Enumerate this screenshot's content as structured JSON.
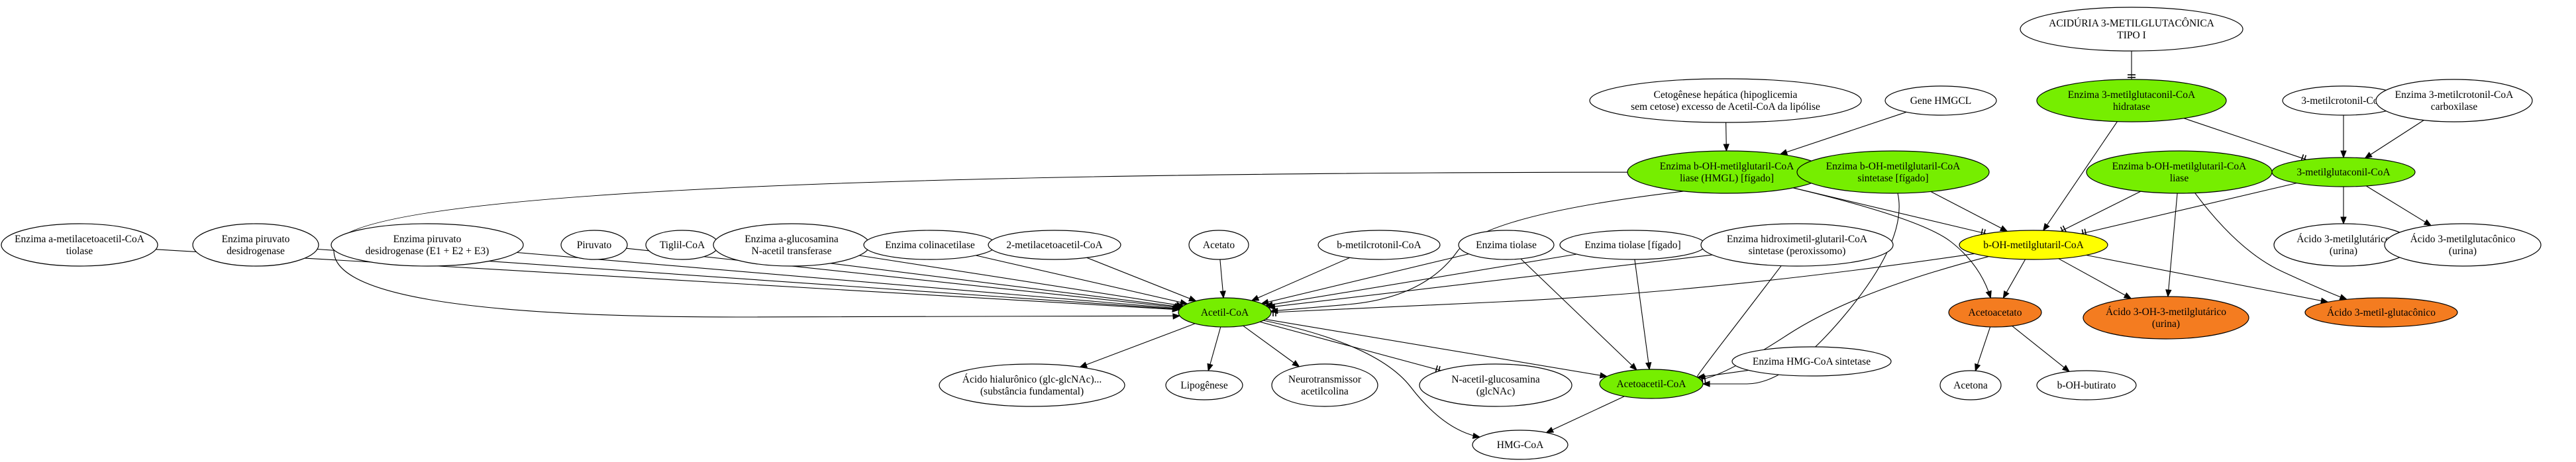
{
  "colors": {
    "default": "#ffffff",
    "green": "#76ee00",
    "yellow": "#ffff00",
    "orange": "#f47c20",
    "stroke": "#000000"
  },
  "nodes": {
    "acidu": {
      "lines": [
        "ACIDÚRIA 3-METILGLUTACÔNICA",
        "TIPO I"
      ],
      "color": "default"
    },
    "ceto": {
      "lines": [
        "Cetogênese hepática (hipoglicemia",
        "sem cetose) excesso de Acetil-CoA da lipólise"
      ],
      "color": "default"
    },
    "gene": {
      "lines": [
        "Gene HMGCL"
      ],
      "color": "default"
    },
    "hidrat": {
      "lines": [
        "Enzima 3-metilglutaconil-CoA",
        "hidratase"
      ],
      "color": "green"
    },
    "mcrot": {
      "lines": [
        "3-metilcrotonil-CoA"
      ],
      "color": "default"
    },
    "carbox": {
      "lines": [
        "Enzima 3-metilcrotonil-CoA",
        "carboxilase"
      ],
      "color": "default"
    },
    "hmgl": {
      "lines": [
        "Enzima b-OH-metilglutaril-CoA",
        "liase (HMGL) [fígado]"
      ],
      "color": "green"
    },
    "sint": {
      "lines": [
        "Enzima b-OH-metilglutaril-CoA",
        "sintetase [fígado]"
      ],
      "color": "green"
    },
    "liase": {
      "lines": [
        "Enzima b-OH-metilglutaril-CoA",
        "liase"
      ],
      "color": "green"
    },
    "mgcon": {
      "lines": [
        "3-metilglutaconil-CoA"
      ],
      "color": "green"
    },
    "macet": {
      "lines": [
        "Enzima a-metilacetoacetil-CoA",
        "tiolase"
      ],
      "color": "default"
    },
    "piruv1": {
      "lines": [
        "Enzima piruvato",
        "desidrogenase"
      ],
      "color": "default"
    },
    "piruv2": {
      "lines": [
        "Enzima piruvato",
        "desidrogenase (E1 + E2 + E3)"
      ],
      "color": "default"
    },
    "piruv": {
      "lines": [
        "Piruvato"
      ],
      "color": "default"
    },
    "tiglil": {
      "lines": [
        "Tiglil-CoA"
      ],
      "color": "default"
    },
    "glucos": {
      "lines": [
        "Enzima a-glucosamina",
        "N-acetil transferase"
      ],
      "color": "default"
    },
    "colin": {
      "lines": [
        "Enzima colinacetilase"
      ],
      "color": "default"
    },
    "metac": {
      "lines": [
        "2-metilacetoacetil-CoA"
      ],
      "color": "default"
    },
    "acetato": {
      "lines": [
        "Acetato"
      ],
      "color": "default"
    },
    "bmet": {
      "lines": [
        "b-metilcrotonil-CoA"
      ],
      "color": "default"
    },
    "tiol": {
      "lines": [
        "Enzima tiolase"
      ],
      "color": "default"
    },
    "tiolf": {
      "lines": [
        "Enzima tiolase [fígado]"
      ],
      "color": "default"
    },
    "hidrox": {
      "lines": [
        "Enzima hidroximetil-glutaril-CoA",
        "sintetase (peroxissomo)"
      ],
      "color": "default"
    },
    "bohmg": {
      "lines": [
        "b-OH-metilglutaril-CoA"
      ],
      "color": "yellow"
    },
    "mgtar": {
      "lines": [
        "Ácido 3-metilglutárico",
        "(urina)"
      ],
      "color": "default"
    },
    "mgcac": {
      "lines": [
        "Ácido 3-metilglutacônico",
        "(urina)"
      ],
      "color": "default"
    },
    "acetil": {
      "lines": [
        "Acetil-CoA"
      ],
      "color": "green"
    },
    "hmgsint": {
      "lines": [
        "Enzima HMG-CoA sintetase"
      ],
      "color": "default"
    },
    "acetoac": {
      "lines": [
        "Acetoacetato"
      ],
      "color": "orange"
    },
    "ohmg": {
      "lines": [
        "Ácido 3-OH-3-metilglutárico",
        "(urina)"
      ],
      "color": "orange"
    },
    "mgluta": {
      "lines": [
        "Ácido 3-metil-glutacônico"
      ],
      "color": "orange"
    },
    "hialur": {
      "lines": [
        "Ácido hialurônico (glc-glcNAc)...",
        "(substância fundamental)"
      ],
      "color": "default"
    },
    "lipog": {
      "lines": [
        "Lipogênese"
      ],
      "color": "default"
    },
    "neuro": {
      "lines": [
        "Neurotransmissor",
        "acetilcolina"
      ],
      "color": "default"
    },
    "nacgl": {
      "lines": [
        "N-acetil-glucosamina",
        "(glcNAc)"
      ],
      "color": "default"
    },
    "acetoacil": {
      "lines": [
        "Acetoacetil-CoA"
      ],
      "color": "green"
    },
    "acetona": {
      "lines": [
        "Acetona"
      ],
      "color": "default"
    },
    "bohbut": {
      "lines": [
        "b-OH-butirato"
      ],
      "color": "default"
    },
    "hmgcoa": {
      "lines": [
        "HMG-CoA"
      ],
      "color": "default"
    }
  }
}
